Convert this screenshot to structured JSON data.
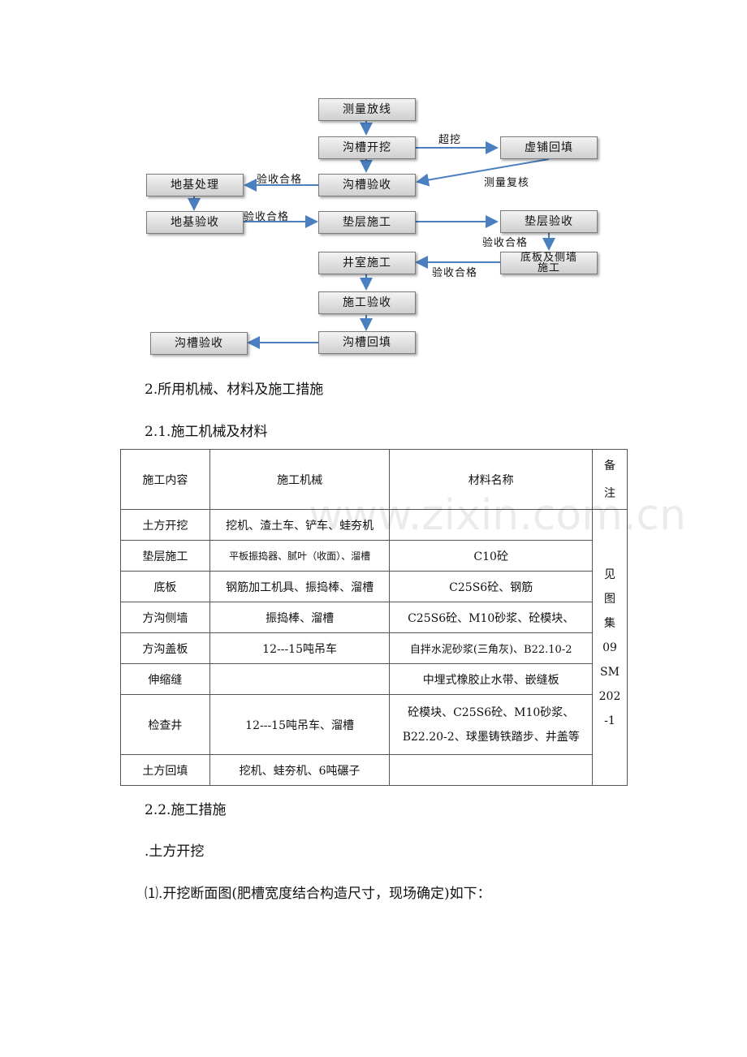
{
  "flow": {
    "boxes": {
      "survey": "测量放线",
      "excavate": "沟槽开挖",
      "loose_fill": "虚铺回填",
      "foundation_treat": "地基处理",
      "trench_accept1": "沟槽验收",
      "foundation_accept": "地基验收",
      "cushion": "垫层施工",
      "cushion_accept": "垫层验收",
      "well_room": "井室施工",
      "floor_wall_line1": "底板及侧墙",
      "floor_wall_line2": "施工",
      "construct_accept": "施工验收",
      "trench_accept2": "沟槽验收",
      "trench_backfill": "沟槽回填"
    },
    "labels": {
      "over_dig": "超挖",
      "resurvey": "测量复核",
      "pass1": "验收合格",
      "pass2": "验收合格",
      "pass3": "验收合格",
      "pass4": "验收合格"
    }
  },
  "sections": {
    "s2": "2.所用机械、材料及施工措施",
    "s21": "2.1.施工机械及材料",
    "s22": "2.2.施工措施",
    "s_excav": ".土方开挖",
    "s_excav1": "⑴.开挖断面图(肥槽宽度结合构造尺寸，现场确定)如下："
  },
  "table": {
    "headers": [
      "施工内容",
      "施工机械",
      "材料名称",
      "备注"
    ],
    "remark_chars": [
      "备",
      "注"
    ],
    "rows": [
      [
        "土方开挖",
        "挖机、渣土车、铲车、蛙夯机",
        ""
      ],
      [
        "垫层施工",
        "平板振捣器、腻叶（收面）、溜槽",
        "C10砼"
      ],
      [
        "底板",
        "钢筋加工机具、振捣棒、溜槽",
        "C25S6砼、钢筋"
      ],
      [
        "方沟侧墙",
        "振捣棒、溜槽",
        "C25S6砼、M10砂浆、砼模块、"
      ],
      [
        "方沟盖板",
        "12---15吨吊车",
        "自拌水泥砂浆(三角灰)、B22.10-2"
      ],
      [
        "伸缩缝",
        "",
        "中埋式橡胶止水带、嵌缝板"
      ],
      [
        "检查井",
        "12---15吨吊车、溜槽",
        "砼模块、C25S6砼、M10砂浆、B22.20-2、球墨铸铁踏步、井盖等"
      ],
      [
        "土方回填",
        "挖机、蛙夯机、6吨碾子",
        ""
      ]
    ],
    "remark_lines": [
      "见",
      "图",
      "集",
      "09",
      "SM",
      "202",
      "-1"
    ]
  },
  "watermark": "www.zixin.com.cn"
}
